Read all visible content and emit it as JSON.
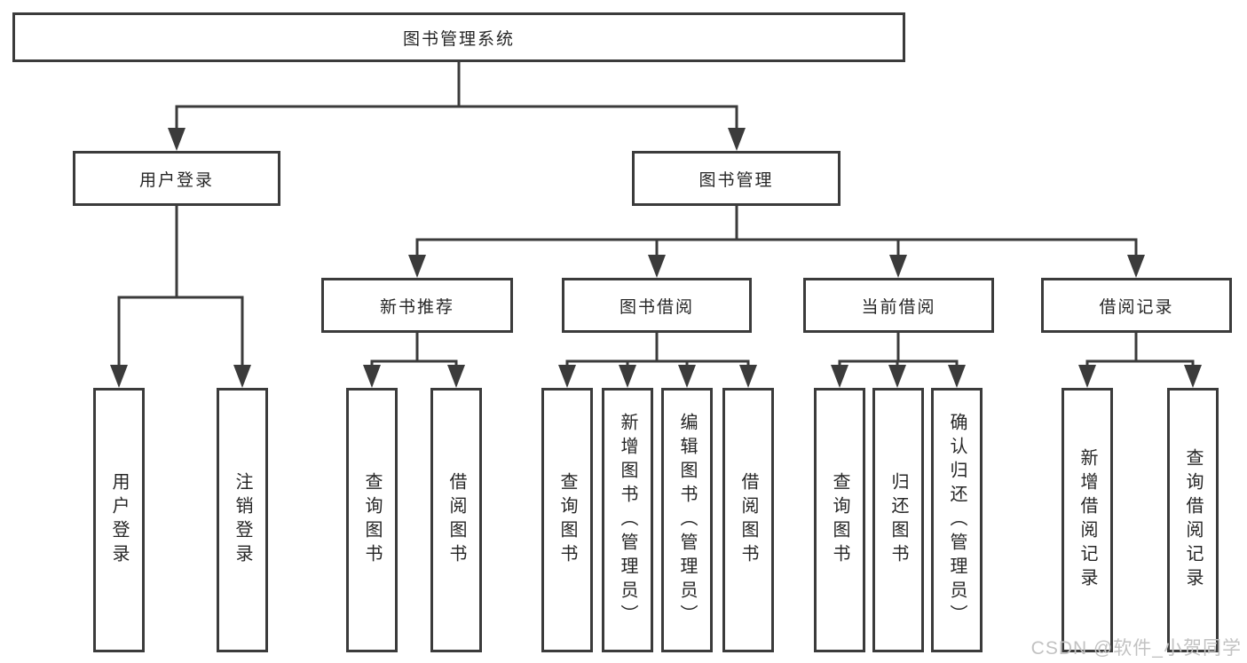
{
  "colors": {
    "line": "#3b3b3b",
    "text": "#262626",
    "watermark": "#c2c2c2",
    "bg": "#ffffff"
  },
  "watermark": "CSDN @软件_小贺同学",
  "tree": {
    "root": {
      "label": "图书管理系统"
    },
    "branches": [
      {
        "label": "用户登录",
        "children": [
          {
            "label": "用户登录"
          },
          {
            "label": "注销登录"
          }
        ]
      },
      {
        "label": "图书管理",
        "sections": [
          {
            "label": "新书推荐",
            "children": [
              {
                "label": "查询图书"
              },
              {
                "label": "借阅图书"
              }
            ]
          },
          {
            "label": "图书借阅",
            "children": [
              {
                "label": "查询图书"
              },
              {
                "label": "新增图书（管理员）"
              },
              {
                "label": "编辑图书（管理员）"
              },
              {
                "label": "借阅图书"
              }
            ]
          },
          {
            "label": "当前借阅",
            "children": [
              {
                "label": "查询图书"
              },
              {
                "label": "归还图书"
              },
              {
                "label": "确认归还（管理员）"
              }
            ]
          },
          {
            "label": "借阅记录",
            "children": [
              {
                "label": "新增借阅记录"
              },
              {
                "label": "查询借阅记录"
              }
            ]
          }
        ]
      }
    ]
  }
}
